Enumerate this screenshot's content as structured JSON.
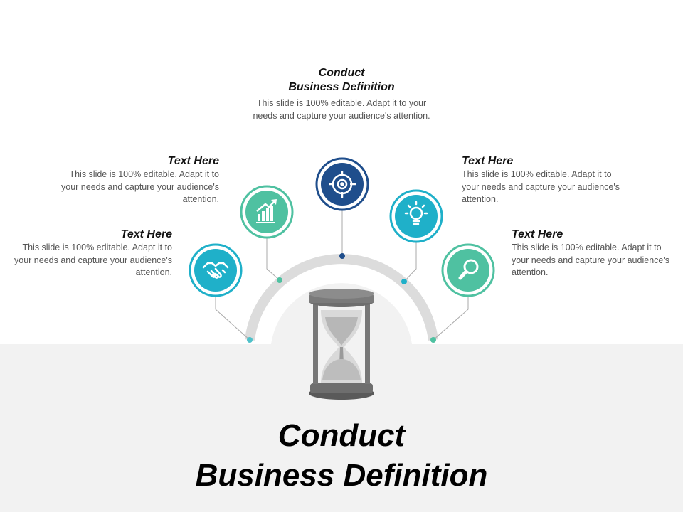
{
  "title": {
    "line1": "Conduct",
    "line2": "Business Definition"
  },
  "center_item": {
    "heading_line1": "Conduct",
    "heading_line2": "Business Definition",
    "description": "This slide is 100% editable. Adapt it to your needs and capture your audience's attention.",
    "icon": "target-icon",
    "color": "#1f4e8c"
  },
  "items": [
    {
      "heading": "Text Here",
      "description": "This slide is 100% editable. Adapt it to your needs and capture your audience's attention.",
      "icon": "handshake-icon",
      "color": "#1fb0c9"
    },
    {
      "heading": "Text Here",
      "description": "This slide is 100% editable. Adapt it to your needs and capture your audience's attention.",
      "icon": "growth-chart-icon",
      "color": "#4fc1a1"
    },
    {
      "heading": "Text Here",
      "description": "This slide is 100% editable. Adapt it to your needs and capture your audience's attention.",
      "icon": "lightbulb-gear-icon",
      "color": "#1fb0c9"
    },
    {
      "heading": "Text Here",
      "description": "This slide is 100% editable. Adapt it to your needs and capture your audience's attention.",
      "icon": "magnifier-icon",
      "color": "#4fc1a1"
    }
  ],
  "center_graphic": {
    "icon": "hourglass-icon"
  }
}
